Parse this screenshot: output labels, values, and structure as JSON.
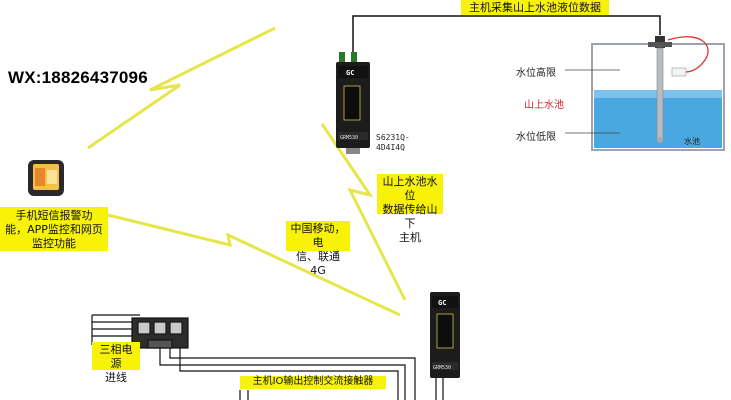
{
  "wx_contact": "WX:18826437096",
  "labels": {
    "top_banner": "主机采集山上水池液位数据",
    "phone_features_1": "手机短信报警功",
    "phone_features_2": "能，APP监控和网页",
    "phone_features_3": "监控功能",
    "transmit_1": "山上水池水位",
    "transmit_2": "数据传给山下",
    "transmit_3": "主机",
    "network_1": "中国移动，电",
    "network_2": "信、联通4G",
    "three_phase_1": "三相电源",
    "three_phase_2": "进线",
    "bottom_banner": "主机IO输出控制交流接触器"
  },
  "tank": {
    "high_level": "水位高限",
    "pool_name": "山上水池",
    "low_level": "水位低限",
    "water_word": "水池"
  },
  "device_upper": {
    "brand": "GC",
    "model_line1": "S6231Q-",
    "model_line2": "4D4I4Q",
    "side_tag": "GRM530"
  },
  "device_lower": {
    "brand": "GC",
    "side_tag": "GRM530"
  },
  "colors": {
    "banner_yellow": "#f7f208",
    "water_blue": "#4aa8e0",
    "red_text": "#d9232e",
    "lightning_yellow": "#e8e84a"
  }
}
